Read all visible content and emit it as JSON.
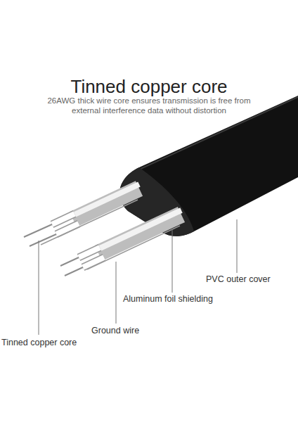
{
  "diagram": {
    "title": "Tinned copper core",
    "labels": [
      "26AWG thick wire core ensures transmission is free from external interference data without distortion",
      "PVC outer cover",
      "Aluminum foil shielding",
      "Ground wire",
      "Tinned copper core"
    ]
  }
}
